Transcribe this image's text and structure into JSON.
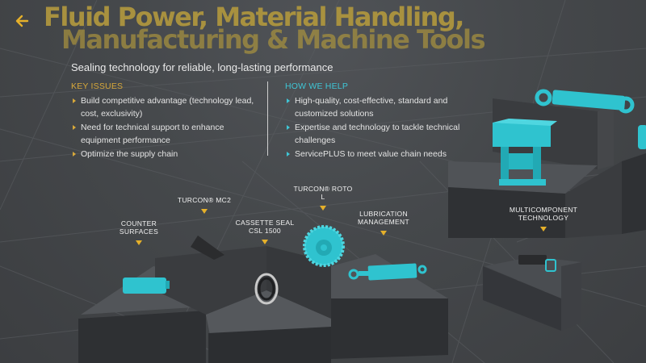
{
  "header": {
    "back_icon": "arrow-left-icon",
    "title_line1": "Fluid Power, Material Handling,",
    "title_line2": "Manufacturing & Machine Tools",
    "subtitle": "Sealing technology for reliable, long-lasting performance"
  },
  "key_issues": {
    "heading": "KEY ISSUES",
    "items": [
      "Build competitive advantage (technology lead, cost, exclusivity)",
      "Need for technical support to enhance equipment performance",
      "Optimize the supply chain"
    ]
  },
  "how_we_help": {
    "heading": "HOW WE HELP",
    "items": [
      "High-quality, cost-effective, standard and customized solutions",
      "Expertise and technology to tackle technical challenges",
      "ServicePLUS to meet value chain needs"
    ]
  },
  "hotspots": [
    {
      "line1": "COUNTER",
      "line2": "SURFACES"
    },
    {
      "line1": "TURCON® MC2",
      "line2": ""
    },
    {
      "line1": "CASSETTE SEAL",
      "line2": "CSL 1500"
    },
    {
      "line1": "TURCON® ROTO L",
      "line2": ""
    },
    {
      "line1": "LUBRICATION",
      "line2": "MANAGEMENT"
    },
    {
      "line1": "MULTICOMPONENT",
      "line2": "TECHNOLOGY"
    }
  ],
  "colors": {
    "title_gold": "#a8913f",
    "key_issues_accent": "#d8a93a",
    "how_we_help_accent": "#3fc6d6",
    "product_cyan": "#2fc3cf",
    "marker_yellow": "#e5b02a",
    "background": "#45484b"
  }
}
